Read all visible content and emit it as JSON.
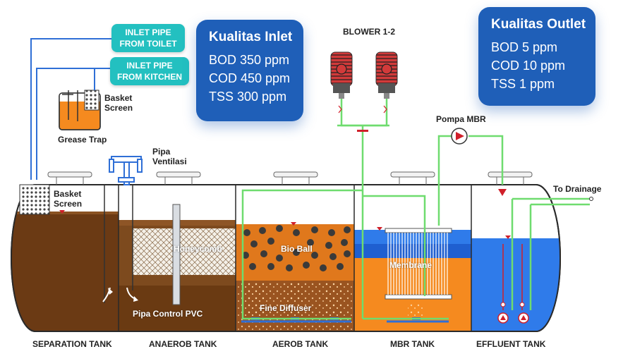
{
  "inlet_pipes": {
    "toilet": "INLET PIPE\nFROM TOILET",
    "kitchen": "INLET PIPE\nFROM KITCHEN"
  },
  "quality_inlet": {
    "title": "Kualitas Inlet",
    "rows": [
      "BOD 350 ppm",
      "COD 450 ppm",
      "TSS 300 ppm"
    ]
  },
  "quality_outlet": {
    "title": "Kualitas Outlet",
    "rows": [
      "BOD 5 ppm",
      "COD 10 ppm",
      "TSS 1 ppm"
    ]
  },
  "labels": {
    "blower": "BLOWER 1-2",
    "basket_screen_top": "Basket\nScreen",
    "grease_trap": "Grease Trap",
    "pipa_ventilasi": "Pipa\nVentilasi",
    "basket_screen_tank": "Basket\nScreen",
    "pompa_mbr": "Pompa MBR",
    "to_drainage": "To Drainage",
    "honeycomb": "Honeycomb",
    "bio_ball": "Bio Ball",
    "membrane": "Membrane",
    "fine_diffuser": "Fine Diffuser",
    "pipa_control": "Pipa Control PVC"
  },
  "tanks": [
    "SEPARATION TANK",
    "ANAEROB TANK",
    "AEROB TANK",
    "MBR TANK",
    "EFFLUENT TANK"
  ],
  "colors": {
    "pill": "#23c0c0",
    "box": "#1f5fb8",
    "sludge": "#6b3a14",
    "sludge_light": "#7d4a1e",
    "aerob": "#e0781c",
    "mbr": "#f58a1f",
    "effluent": "#2f7bea",
    "air_line": "#6fdc6f"
  }
}
